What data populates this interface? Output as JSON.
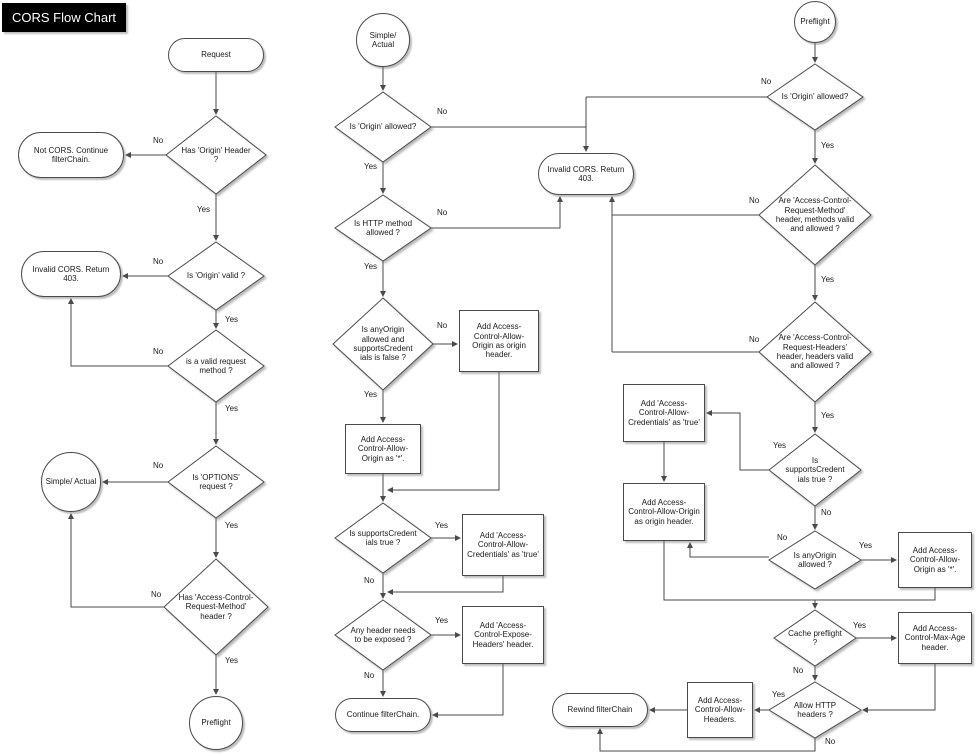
{
  "title": "CORS Flow Chart",
  "labels": {
    "yes": "Yes",
    "no": "No"
  },
  "colors": {
    "node_fill": "#ffffff",
    "node_border": "#4a4a4a",
    "title_bg": "#000000",
    "title_fg": "#ffffff"
  },
  "nodes": {
    "c1_request": "Request",
    "c1_has_origin_header": "Has 'Origin' Header ?",
    "c1_not_cors": "Not CORS. Continue filterChain.",
    "c1_is_origin_valid": "Is 'Origin' valid ?",
    "c1_invalid_cors": "Invalid CORS. Return 403.",
    "c1_valid_request_method": "is a valid request method ?",
    "c1_is_options_request": "Is 'OPTIONS' request ?",
    "c1_simple_actual": "Simple/ Actual",
    "c1_has_acrm_header": "Has 'Access-Control-Request-Method' header ?",
    "c1_preflight": "Preflight",
    "c2_simple_actual": "Simple/ Actual",
    "c2_is_origin_allowed": "Is 'Origin' allowed?",
    "c2_invalid_cors": "Invalid CORS. Return 403.",
    "c2_is_http_method_allowed": "Is HTTP method allowed ?",
    "c2_anyorigin_supports": "Is anyOrigin allowed and supportsCredent ials is false ?",
    "c2_add_acao_origin": "Add Access-Control-Allow-Origin as origin header.",
    "c2_add_acao_star": "Add Access-Control-Allow-Origin as '*'.",
    "c2_supports_credentials": "Is supportsCredent ials true ?",
    "c2_add_acac_true": "Add 'Access-Control-Allow-Credentials' as 'true'",
    "c2_any_header_exposed": "Any header needs to be exposed ?",
    "c2_add_expose_headers": "Add 'Access-Control-Expose-Headers' header.",
    "c2_continue_filterchain": "Continue filterChain.",
    "c3_preflight": "Preflight",
    "c3_is_origin_allowed": "Is 'Origin' allowed?",
    "c3_acrm_valid": "Are 'Access-Control-Request-Method' header, methods valid and allowed ?",
    "c3_acrh_valid": "Are 'Access-Control-Request-Headers' header, headers valid and allowed ?",
    "c3_supports_credentials": "Is supportsCredent ials true ?",
    "c3_add_acac_true": "Add 'Access-Control-Allow-Credentials' as 'true'",
    "c3_add_acao_origin": "Add Access-Control-Allow-Origin as origin header.",
    "c3_is_anyorigin_allowed": "Is anyOrigin allowed ?",
    "c3_add_acao_star": "Add Access-Control-Allow-Origin as '*'.",
    "c3_cache_preflight": "Cache preflight ?",
    "c3_add_max_age": "Add Access-Control-Max-Age header.",
    "c3_allow_http_headers": "Allow HTTP headers ?",
    "c3_add_allow_headers": "Add Access-Control-Allow-Headers.",
    "c3_rewind_filterchain": "Rewind filterChain"
  }
}
